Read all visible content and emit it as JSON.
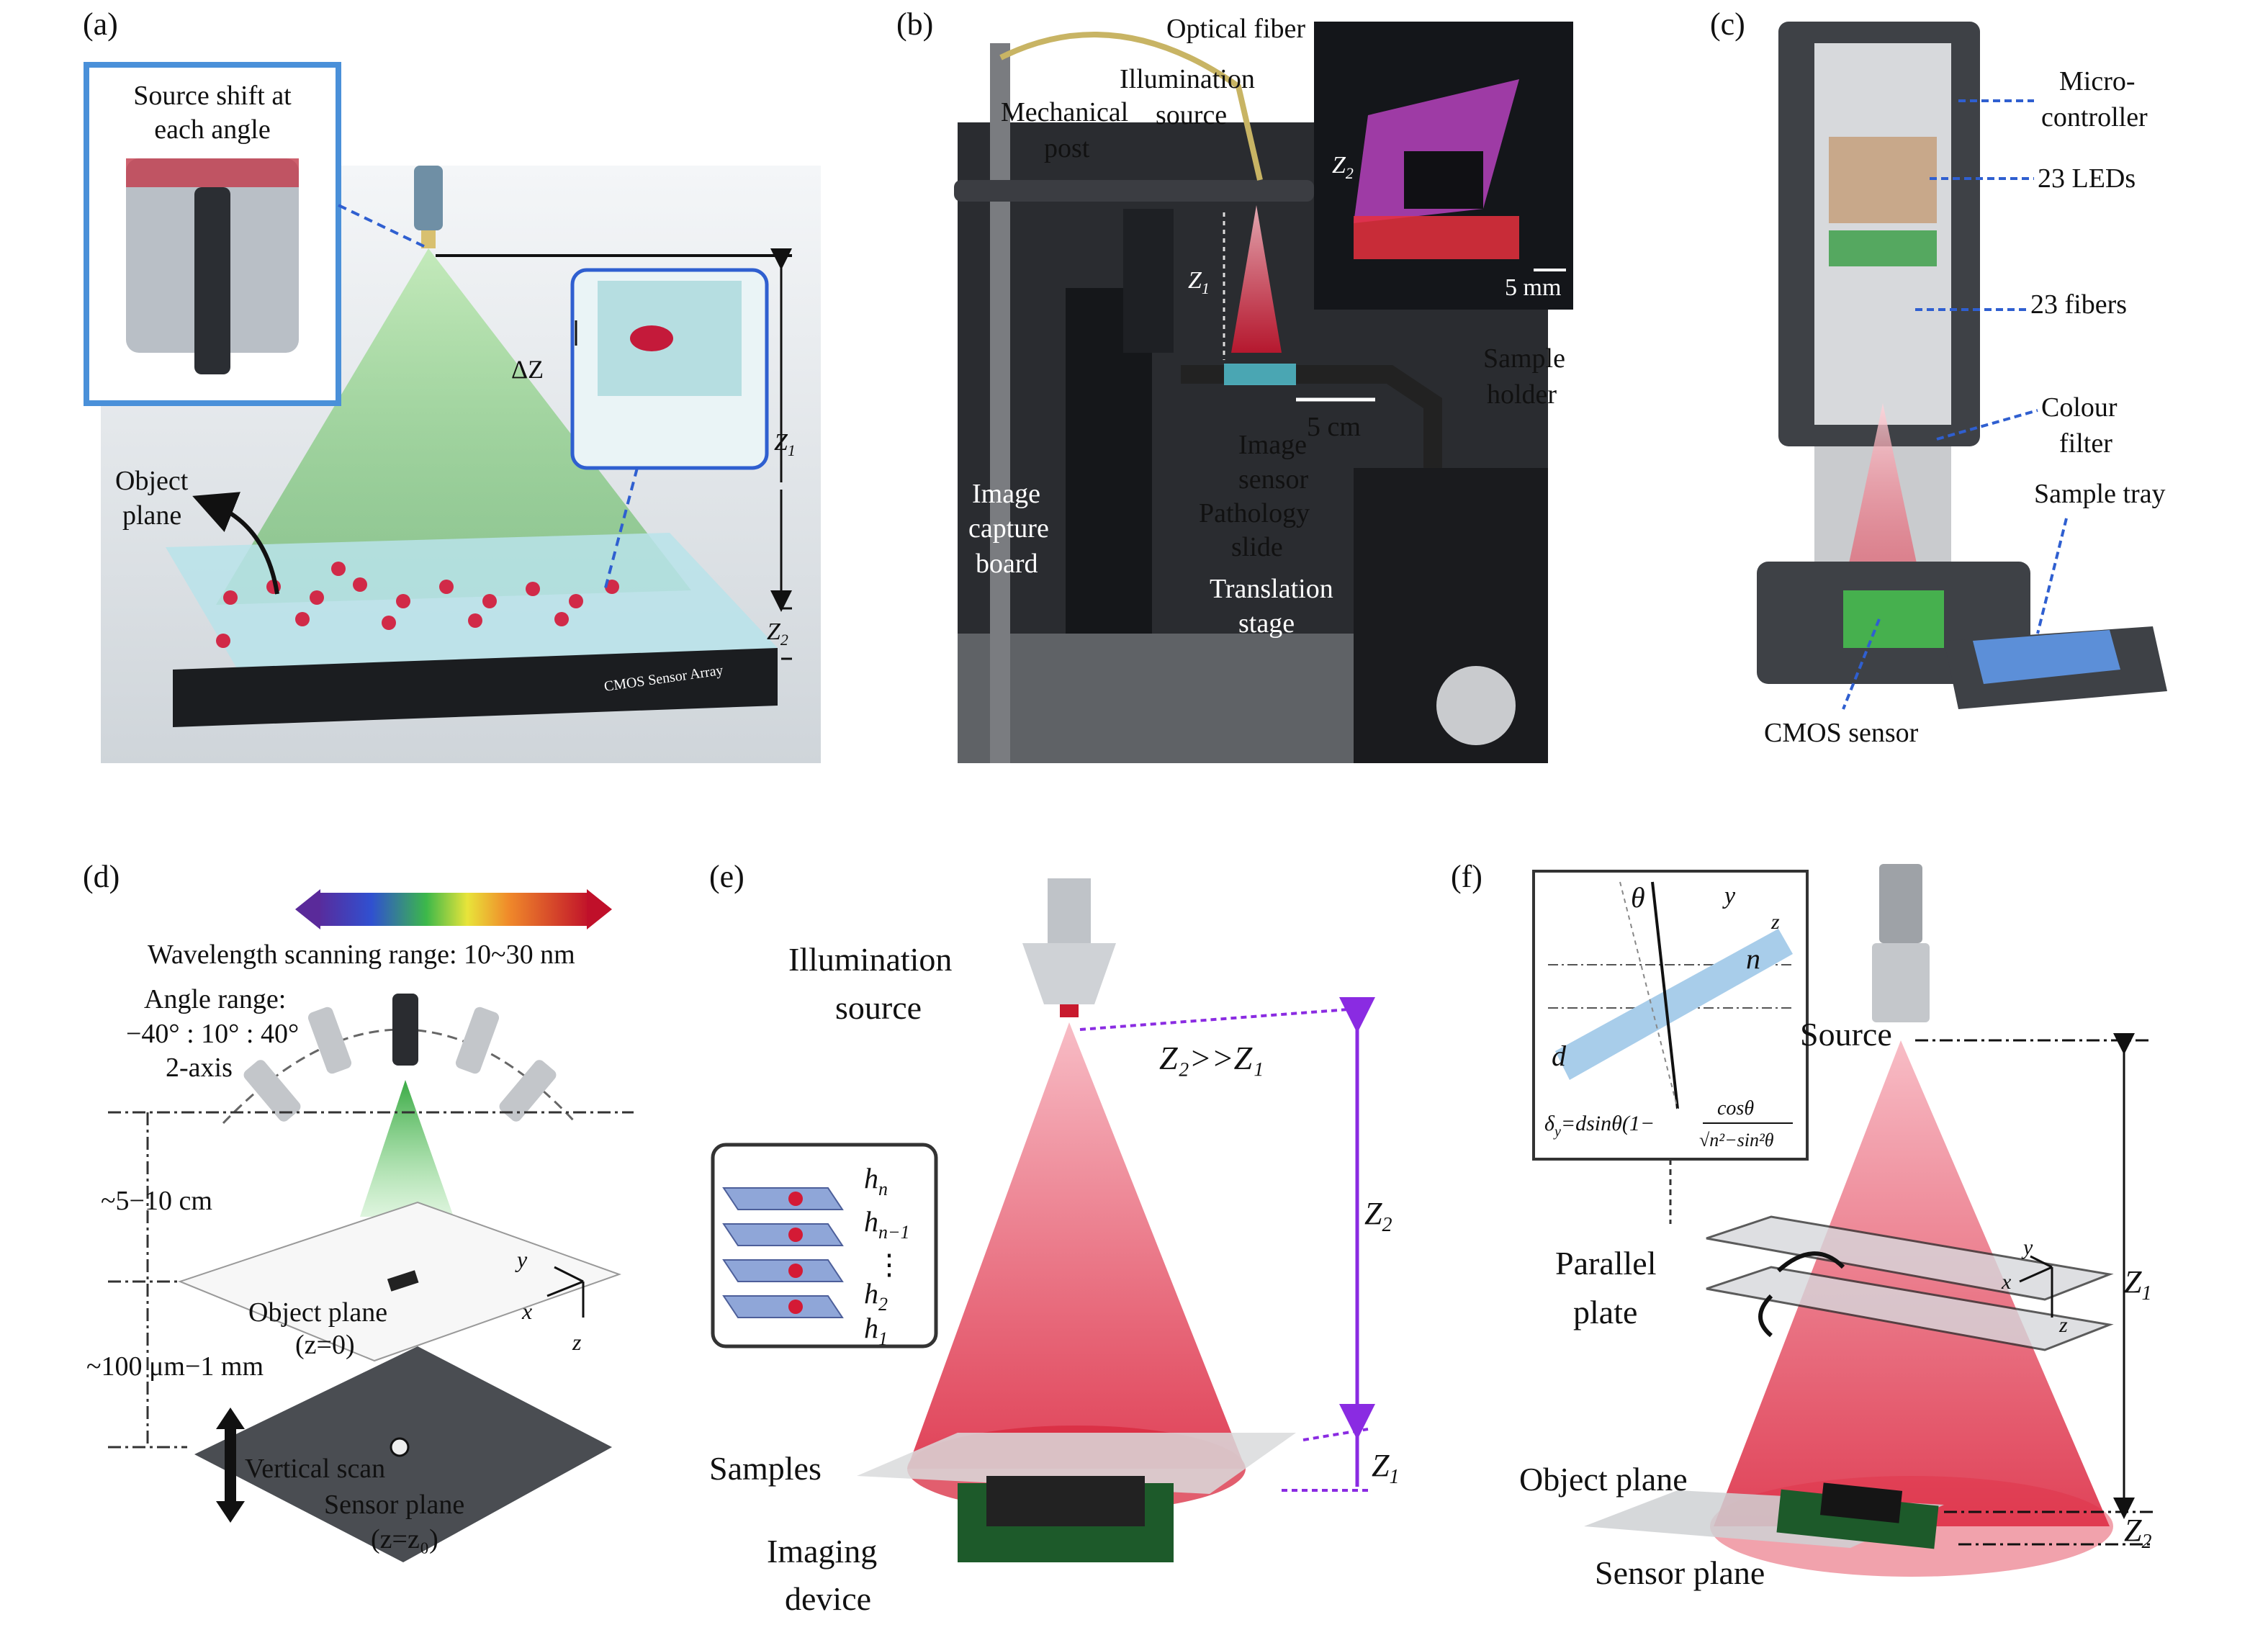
{
  "panels": {
    "a": {
      "letter": "(a)",
      "inset_title_1": "Source shift at",
      "inset_title_2": "each angle",
      "dz": "ΔZ",
      "z1": "Z",
      "z1_sub": "1",
      "z2": "Z",
      "z2_sub": "2",
      "object_plane_1": "Object",
      "object_plane_2": "plane",
      "sensor_label": "CMOS Sensor Array"
    },
    "b": {
      "letter": "(b)",
      "optical_fiber": "Optical fiber",
      "illum_1": "Illumination",
      "illum_2": "source",
      "mech_1": "Mechanical",
      "mech_2": "post",
      "z2": "Z",
      "z2_sub": "2",
      "scale_inset": "5 mm",
      "z1": "Z",
      "z1_sub": "1",
      "holder_1": "Sample",
      "holder_2": "holder",
      "scale_main": "5 cm",
      "image_sensor_1": "Image",
      "image_sensor_2": "sensor",
      "capture_1": "Image",
      "capture_2": "capture",
      "capture_3": "board",
      "pathology_1": "Pathology",
      "pathology_2": "slide",
      "translation_1": "Translation",
      "translation_2": "stage"
    },
    "c": {
      "letter": "(c)",
      "micro_1": "Micro-",
      "micro_2": "controller",
      "leds": "23 LEDs",
      "fibers": "23 fibers",
      "filter_1": "Colour",
      "filter_2": "filter",
      "tray": "Sample tray",
      "cmos": "CMOS sensor"
    },
    "d": {
      "letter": "(d)",
      "wavelength": "Wavelength scanning range: 10~30 nm",
      "angle_1": "Angle range:",
      "angle_2": "−40° : 10° : 40°",
      "angle_3": "2-axis",
      "dist_1": "~5−10 cm",
      "dist_2": "~100 μm−1 mm",
      "object_1": "Object plane",
      "object_2": "(z=0)",
      "vertical": "Vertical scan",
      "sensor_1": "Sensor plane",
      "sensor_2": "(z=z₀)",
      "ax_y": "y",
      "ax_x": "x",
      "ax_z": "z"
    },
    "e": {
      "letter": "(e)",
      "illum_1": "Illumination",
      "illum_2": "source",
      "relation": "Z₂>>Z₁",
      "z2": "Z",
      "z2_sub": "2",
      "z1": "Z",
      "z1_sub": "1",
      "h_n": "h",
      "h_n_sub": "n",
      "h_n1": "h",
      "h_n1_sub": "n−1",
      "h_2": "h",
      "h_2_sub": "2",
      "h_1": "h",
      "h_1_sub": "1",
      "samples": "Samples",
      "device_1": "Imaging",
      "device_2": "device"
    },
    "f": {
      "letter": "(f)",
      "theta": "θ",
      "ax_y": "y",
      "ax_z": "z",
      "n": "n",
      "d": "d",
      "formula_lhs": "δ",
      "formula_lhs_sub": "y",
      "formula_mid": "=dsinθ",
      "formula_num": "cosθ",
      "formula_den": "√n²−sin²θ",
      "source": "Source",
      "parallel_1": "Parallel",
      "parallel_2": "plate",
      "z1": "Z",
      "z1_sub": "1",
      "z2": "Z",
      "z2_sub": "2",
      "object_plane": "Object plane",
      "sensor_plane": "Sensor plane",
      "ax2_y": "y",
      "ax2_x": "x",
      "ax2_z": "z"
    }
  },
  "colors": {
    "green_beam": "#5fbf5f",
    "red_beam": "#e0243a",
    "purple_dim": "#8a2be2",
    "blue_dash": "#2f5fd0",
    "pink_dash": "#e0607a",
    "inset_border": "#4a90d9"
  }
}
